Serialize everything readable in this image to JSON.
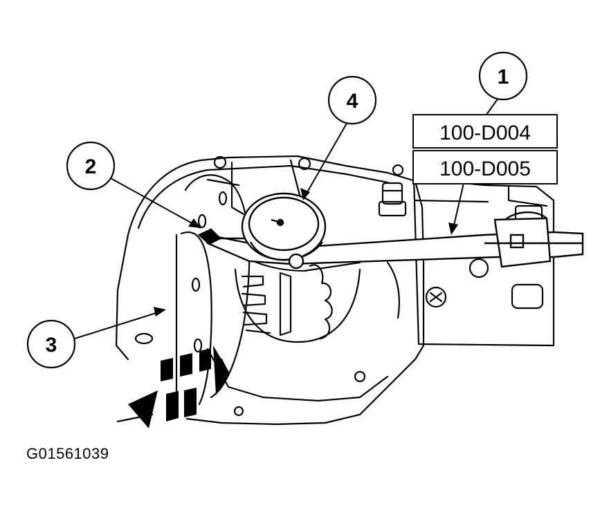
{
  "figure": {
    "id_label": "G01561039"
  },
  "callouts": [
    {
      "number": "1"
    },
    {
      "number": "2"
    },
    {
      "number": "3"
    },
    {
      "number": "4"
    }
  ],
  "tool_numbers": [
    "100-D004",
    "100-D005"
  ],
  "icons": {
    "push_pull_arrows": "double-headed-arrow-icon",
    "dial_indicator": "dial-indicator-icon"
  },
  "colors": {
    "line": "#000000",
    "background": "#ffffff"
  }
}
